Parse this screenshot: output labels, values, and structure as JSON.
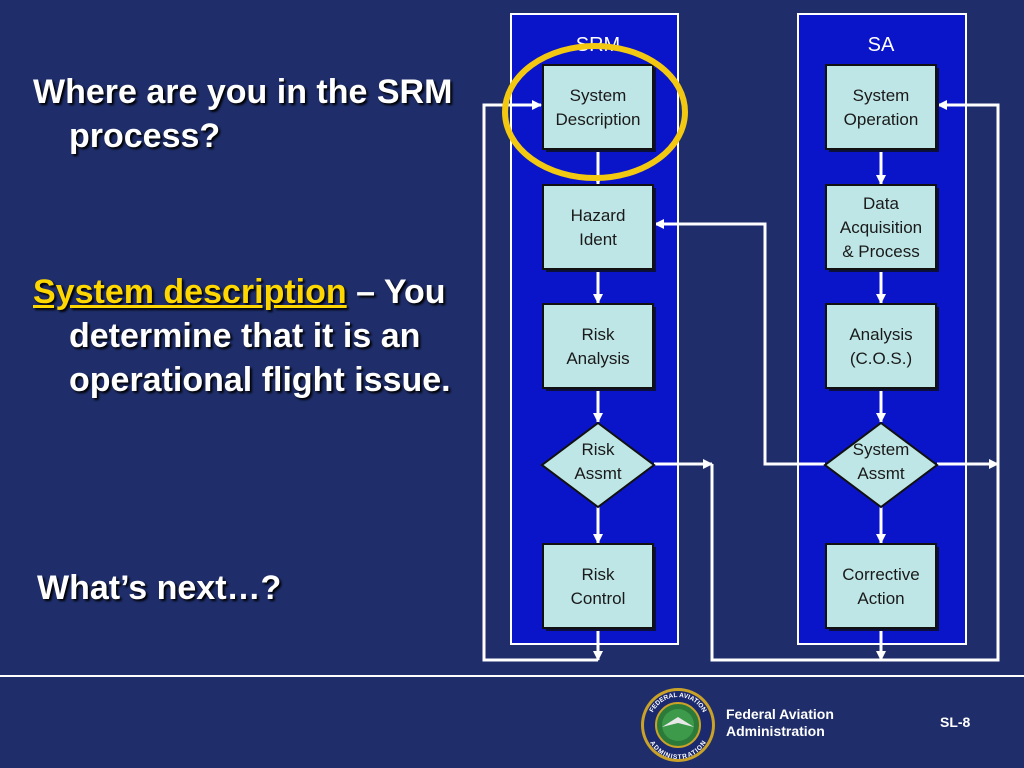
{
  "bullets": {
    "question": "Where are you in the SRM process?",
    "highlight": "System description",
    "dash": " –",
    "description": " You determine that it is an operational flight issue.",
    "next": "What’s next…?"
  },
  "diagram": {
    "columns": [
      {
        "id": "srm",
        "title": "SRM",
        "nodes": [
          {
            "id": "system-description",
            "shape": "box",
            "lines": [
              "System",
              "Description"
            ],
            "highlighted": true
          },
          {
            "id": "hazard-ident",
            "shape": "box",
            "lines": [
              "Hazard",
              "Ident"
            ]
          },
          {
            "id": "risk-analysis",
            "shape": "box",
            "lines": [
              "Risk",
              "Analysis"
            ]
          },
          {
            "id": "risk-assmt",
            "shape": "diamond",
            "lines": [
              "Risk",
              "Assmt"
            ]
          },
          {
            "id": "risk-control",
            "shape": "box",
            "lines": [
              "Risk",
              "Control"
            ]
          }
        ]
      },
      {
        "id": "sa",
        "title": "SA",
        "nodes": [
          {
            "id": "system-operation",
            "shape": "box",
            "lines": [
              "System",
              "Operation"
            ]
          },
          {
            "id": "data-acquisition",
            "shape": "box",
            "lines": [
              "Data",
              "Acquisition",
              "& Process"
            ]
          },
          {
            "id": "analysis-cos",
            "shape": "box",
            "lines": [
              "Analysis",
              "(C.O.S.)"
            ]
          },
          {
            "id": "system-assmt",
            "shape": "diamond",
            "lines": [
              "System",
              "Assmt"
            ]
          },
          {
            "id": "corrective-action",
            "shape": "box",
            "lines": [
              "Corrective",
              "Action"
            ]
          }
        ]
      }
    ],
    "colors": {
      "column_fill": "#0a14c8",
      "column_border": "#ffffff",
      "node_fill": "#bfe6e6",
      "node_border": "#111111",
      "arrow": "#ffffff",
      "highlight_ring": "#f2c811"
    }
  },
  "footer": {
    "org_line1": "Federal Aviation",
    "org_line2": "Administration",
    "slide_number": "SL-8",
    "seal_top": "FEDERAL AVIATION",
    "seal_bottom": "ADMINISTRATION"
  }
}
